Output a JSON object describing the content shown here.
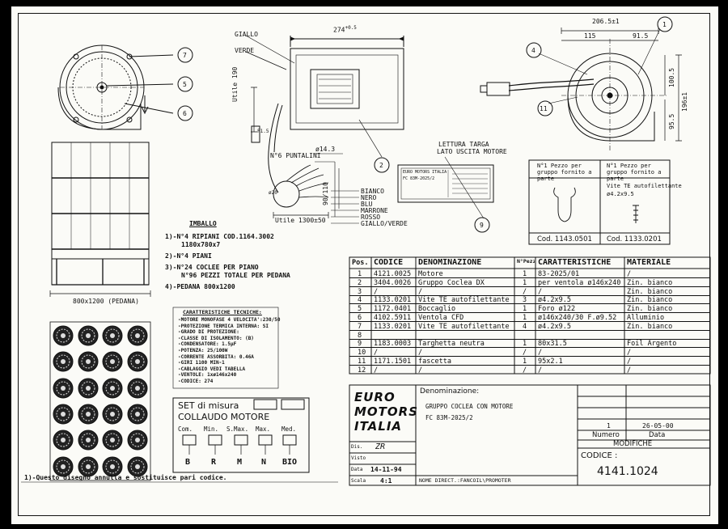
{
  "drawing": {
    "dims": {
      "width_total": "274",
      "width_tol": "+0.5",
      "d206": "206.5±1",
      "d115": "115",
      "d91": "91.5",
      "d100": "100.5",
      "d196": "196±1",
      "d95": "95.5",
      "cable": "Utile 190",
      "cable2": "Utile 1300±50",
      "d143": "ø14.3",
      "d90": "90/110",
      "pallet": "800x1200 (PEDANA)",
      "dia": "ø20",
      "fx": "F1.5"
    },
    "wires_top": [
      "GIALLO",
      "VERDE"
    ],
    "wires_bottom": [
      "BIANCO",
      "NERO",
      "BLU",
      "MARRONE",
      "ROSSO",
      "GIALLO/VERDE"
    ],
    "puntalini": "N°6 PUNTALINI",
    "balloons": [
      "7",
      "5",
      "6",
      "2",
      "9",
      "1",
      "4",
      "11"
    ],
    "lettura": [
      "LETTURA TARGA",
      "LATO USCITA MOTORE"
    ],
    "targa": [
      "EURO MOTORS ITALIA",
      "FC 83M-2025/2"
    ]
  },
  "imballo": {
    "title": "IMBALLO",
    "lines": [
      "1)-N°4 RIPIANI COD.1164.3002",
      "1180x780x7",
      "2)-N°4 PIANI",
      "3)-N°24 COCLEE PER PIANO",
      "N°96 PEZZI TOTALE PER PEDANA",
      "4)-PEDANA 800x1200"
    ]
  },
  "caratteristiche": {
    "title": "CARATTERISTICHE TECNICHE:",
    "lines": [
      "-MOTORE MONOFASE 4 VELOCITA':230/50",
      "-PROTEZIONE TERMICA INTERNA: SI",
      "-GRADO DI PROTEZIONE:",
      "-CLASSE DI ISOLAMENTO: (B)",
      "-CONDENSATORE: 1.5µF",
      "-POTENZA: 25/100W",
      "-CORRENTE ASSORBITA: 0.46A",
      "-GIRI 1100 MIN-1",
      "-CABLAGGIO VEDI TABELLA",
      "-VENTOLE: 1xø146x240",
      "-CODICE: 274"
    ]
  },
  "set_misura": {
    "title1": "SET di misura",
    "title2": "COLLAUDO MOTORE",
    "cols": [
      "Com.",
      "Min.",
      "S.Max.",
      "Max.",
      "Med."
    ],
    "letters": [
      "B",
      "R",
      "M",
      "N",
      "BIO"
    ]
  },
  "pezzi": {
    "h1": "N°1 Pezzo per gruppo fornito a parte",
    "h2": "N°1 Pezzo per gruppo fornito a parte",
    "note2": [
      "Vite TE autofilettante",
      "ø4.2x9.5"
    ],
    "cod1": "Cod. 1143.0501",
    "cod2": "Cod. 1133.0201"
  },
  "bom": {
    "headers": [
      "Pos.",
      "CODICE",
      "DENOMINAZIONE",
      "N°Pezzi",
      "CARATTERISTICHE",
      "MATERIALE"
    ],
    "rows": [
      [
        "1",
        "4121.0025",
        "Motore",
        "1",
        "83-2025/01",
        "/"
      ],
      [
        "2",
        "3404.0026",
        "Gruppo Coclea DX",
        "1",
        "per ventola ø146x240",
        "Zin. bianco"
      ],
      [
        "3",
        "/",
        "/",
        "/",
        "/",
        "Zin. bianco"
      ],
      [
        "4",
        "1133.0201",
        "Vite TE autofilettante",
        "3",
        "ø4.2x9.5",
        "Zin. bianco"
      ],
      [
        "5",
        "1172.0401",
        "Boccaglio",
        "1",
        "Foro ø122",
        "Zin. bianco"
      ],
      [
        "6",
        "4102.5911",
        "Ventola CFD",
        "1",
        "ø146x240/30 F.ø9.52",
        "Alluminio"
      ],
      [
        "7",
        "1133.0201",
        "Vite TE autofilettante",
        "4",
        "ø4.2x9.5",
        "Zin. bianco"
      ],
      [
        "8",
        "",
        "",
        "",
        "",
        ""
      ],
      [
        "9",
        "1183.0003",
        "Targhetta neutra",
        "1",
        "80x31.5",
        "Foil Argento"
      ],
      [
        "10",
        "/",
        "/",
        "/",
        "/",
        "/"
      ],
      [
        "11",
        "1171.1501",
        "fascetta",
        "1",
        "95x2.1",
        "/"
      ],
      [
        "12",
        "/",
        "/",
        "/",
        "/",
        "/"
      ]
    ]
  },
  "titleblock": {
    "logo": [
      "EURO",
      "MOTORS",
      "ITALIA"
    ],
    "den_label": "Denominazione:",
    "den1": "GRUPPO COCLEA CON MOTORE",
    "den2": "FC 83M-2025/2",
    "rev_num": "1",
    "rev_date": "26-05-00",
    "numero": "Numero",
    "data": "Data",
    "modifiche": "MODIFICHE",
    "codice_label": "CODICE :",
    "codice": "4141.1024",
    "dis": "Dis.",
    "dis_val": "ZR",
    "visto": "Visto",
    "data_label": "Data",
    "data_val": "14-11-94",
    "scala": "Scala",
    "scala_val": "4:1",
    "nome": "NOME DIRECT.:FANCOIL\\PROMOTER"
  },
  "footnote": "1)-Questo disegno annulla e sostituisce pari codice."
}
